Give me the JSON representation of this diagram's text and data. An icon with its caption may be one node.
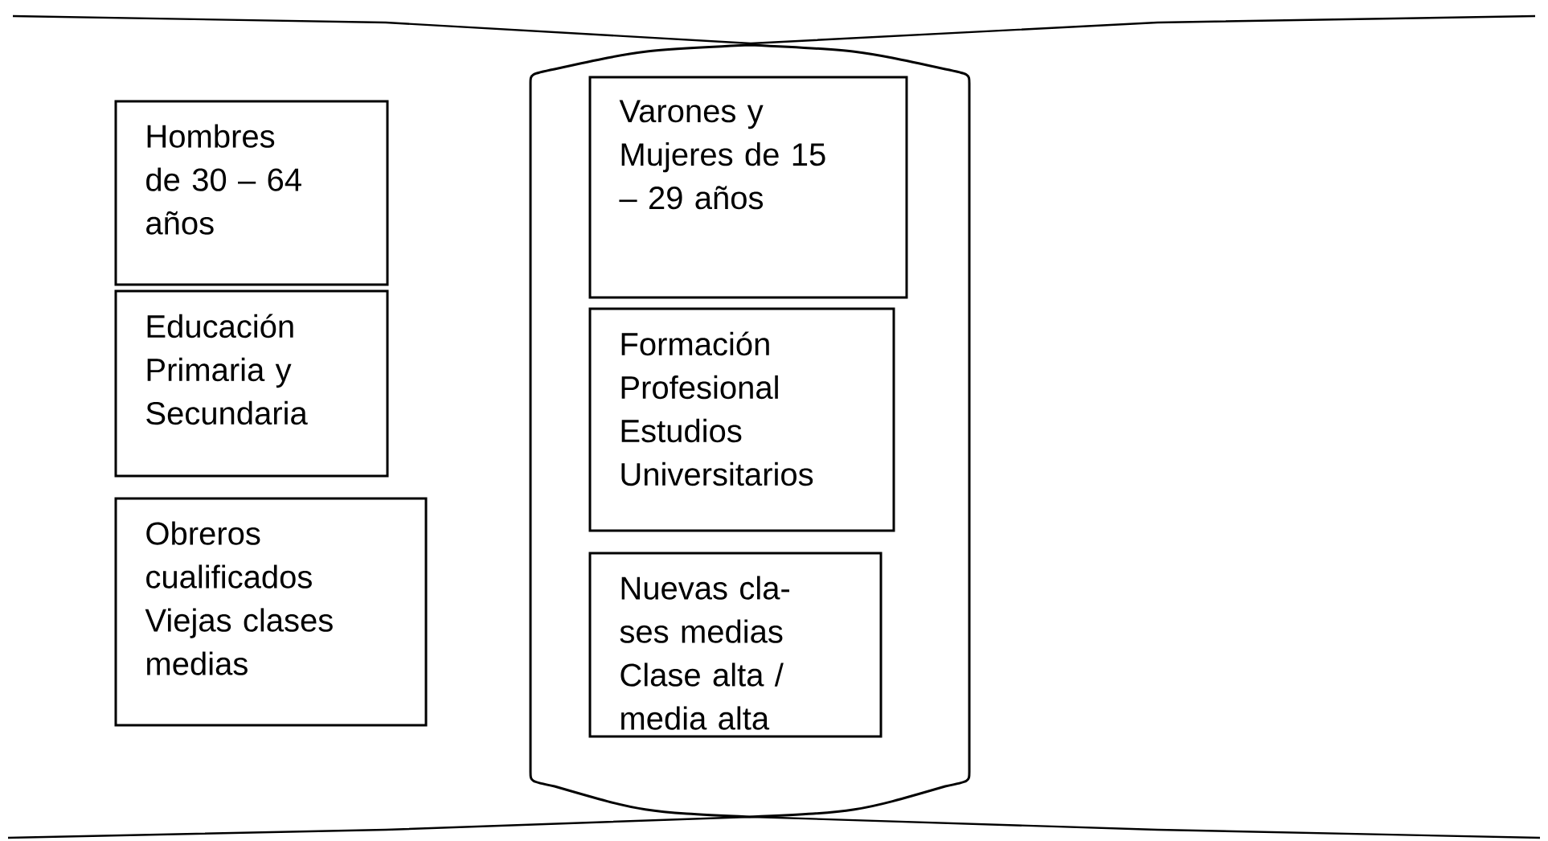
{
  "diagram": {
    "nodes": [
      {
        "text": [
          "Hombres de 30 – 64 años"
        ]
      },
      {
        "text": [
          "Educación Primaria y Secundaria"
        ]
      },
      {
        "text": [
          "Obreros cualificados Viejas clases medias"
        ]
      },
      {
        "text": [],
        "shape": "cylinder"
      },
      {
        "text": [
          "Varones y Mujeres de 15 – 29 años"
        ],
        "in": 3
      },
      {
        "text": [
          "Formación Profesional Estudios Universitarios"
        ],
        "in": 3
      },
      {
        "text": [
          "Nuevas cla- ses medias Clase alta / media alta"
        ],
        "in": 3
      }
    ]
  }
}
